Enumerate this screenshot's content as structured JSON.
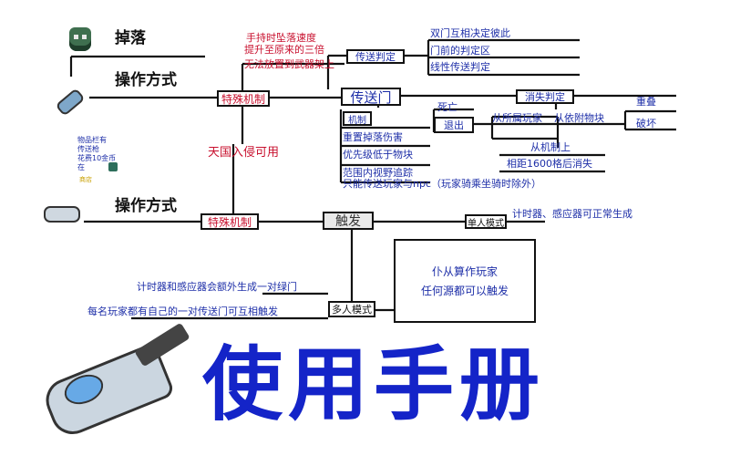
{
  "title": "使用手册",
  "left": {
    "drop_label": "掉落",
    "operation_label_1": "操作方式",
    "operation_label_2": "操作方式",
    "inventory_text": [
      "物品栏有",
      "传送枪",
      "花费10金币",
      "在"
    ],
    "inventory_small": "商店"
  },
  "red_notes": [
    "手持时坠落速度",
    "提升至原来的三倍",
    "无法放置到武器架上"
  ],
  "special1": "特殊机制",
  "special2": "特殊机制",
  "invasion": "天国入侵可用",
  "portal": "传送门",
  "teleport_judge": "传送判定",
  "teleport_items": [
    "双门互相决定彼此",
    "门前的判定区",
    "线性传送判定"
  ],
  "mechanism": "机制",
  "mechanism_items": [
    "重置掉落伤害",
    "优先级低于物块",
    "范围内视野追踪",
    "只能传送玩家与npc（玩家骑乘坐骑时除外）"
  ],
  "vanish": "消失判定",
  "death": "死亡",
  "exit": "退出",
  "from_player": "从所属玩家",
  "from_block": "从依附物块",
  "overlap": "重叠",
  "destroy": "破坏",
  "from_mech": "从机制上",
  "distance": "相距1600格后消失",
  "trigger": "触发",
  "single": "单人模式",
  "single_note": "计时器、感应器可正常生成",
  "any_source": [
    "仆从算作玩家",
    "任何源都可以触发"
  ],
  "multi": "多人模式",
  "multi_note_1": "计时器和感应器会额外生成一对绿门",
  "multi_note_2": "每名玩家都有自己的一对传送门可互相触发",
  "colors": {
    "blue": "#1e2fa8",
    "red": "#c8102e",
    "title_blue": "#1424c8"
  }
}
